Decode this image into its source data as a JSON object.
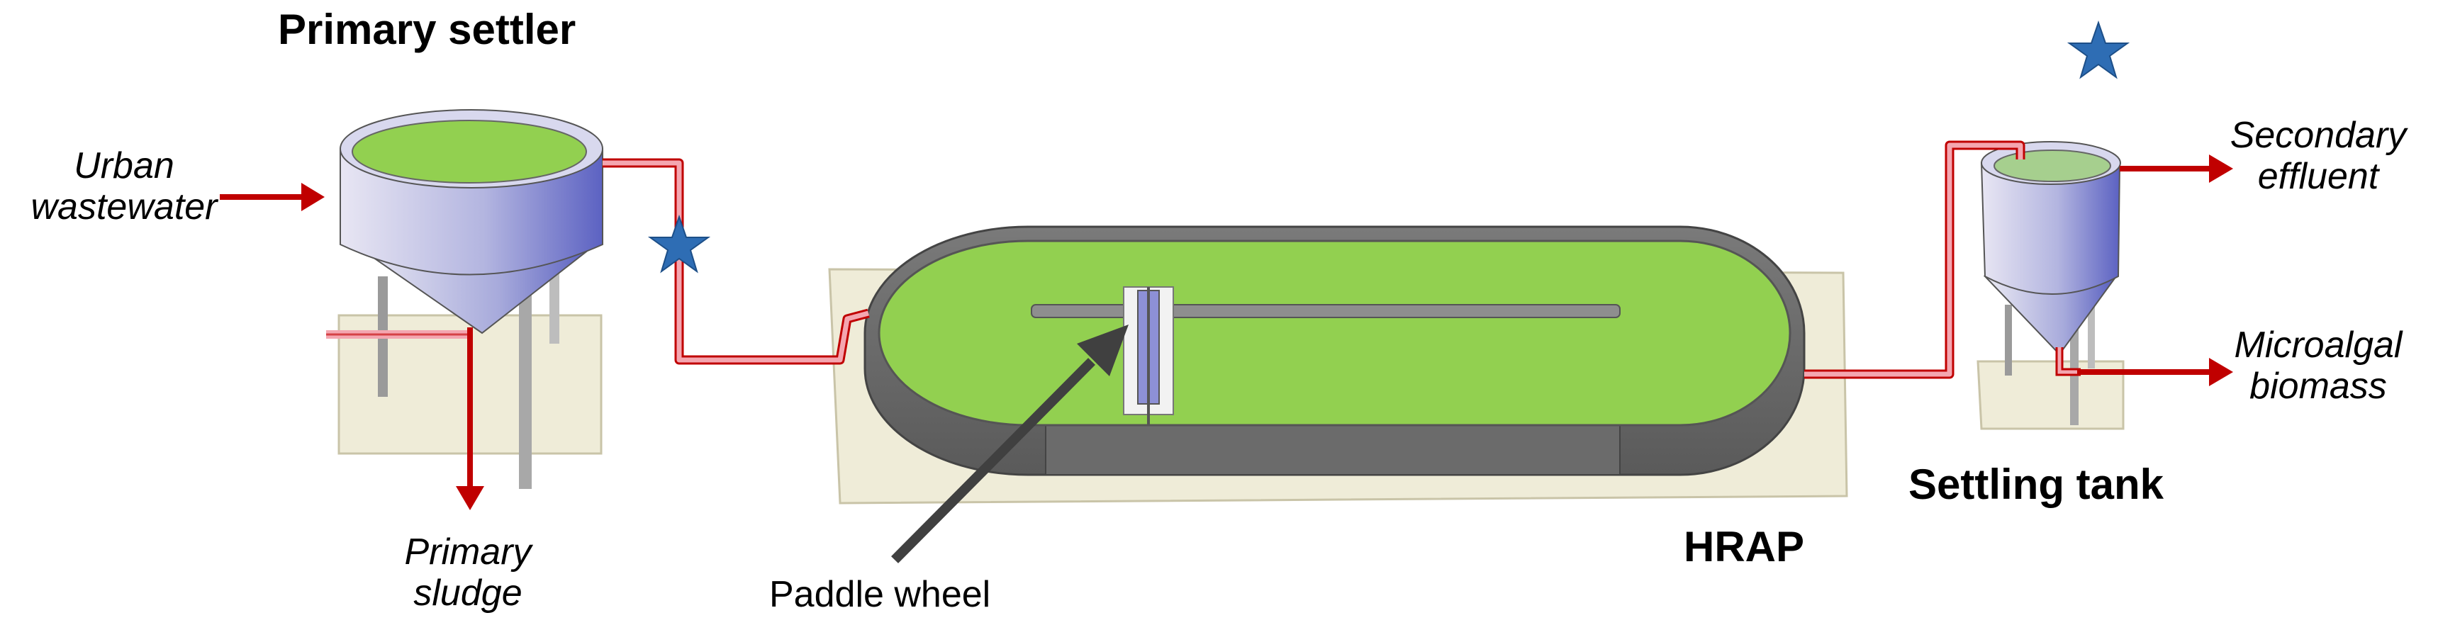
{
  "labels": {
    "primary_settler": "Primary settler",
    "settling_tank": "Settling tank",
    "hrap": "HRAP",
    "urban_wastewater": [
      "Urban",
      "wastewater"
    ],
    "primary_sludge": [
      "Primary",
      "sludge"
    ],
    "paddle_wheel": "Paddle wheel",
    "secondary_effluent": [
      "Secondary",
      "effluent"
    ],
    "microalgal_biomass": [
      "Microalgal",
      "biomass"
    ]
  },
  "colors": {
    "water_green": "#92d050",
    "pipe_red": "#c00000",
    "pipe_pink": "#f4a6b0",
    "tank_blue": "#6f74c9",
    "base_beige": "#efecd8",
    "star_blue": "#2e6db4",
    "wall_gray": "#6e6e6e",
    "arrow_dark": "#404040"
  }
}
